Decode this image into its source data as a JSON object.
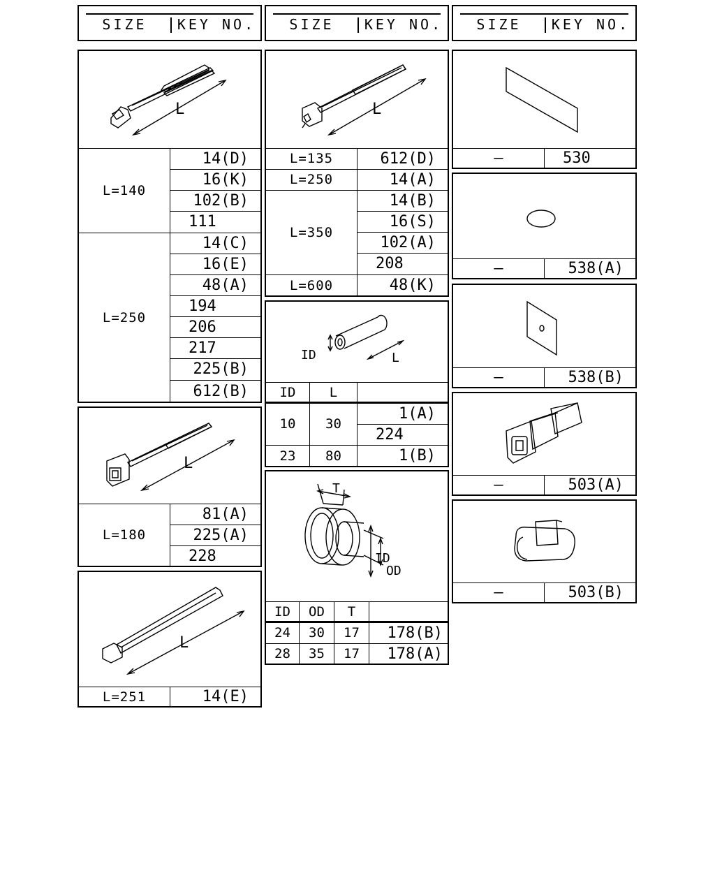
{
  "header": {
    "size_label": "SIZE",
    "key_label": "KEY NO."
  },
  "ties": {
    "l140": "L=140",
    "k14d": "14(D)",
    "k16k": "16(K)",
    "k102b": "102(B)",
    "k111": "111",
    "l250": "L=250",
    "k14c": "14(C)",
    "k16e": "16(E)",
    "k48a": "48(A)",
    "k194": "194",
    "k206": "206",
    "k217": "217",
    "k225b": "225(B)",
    "k612b": "612(B)",
    "l180": "L=180",
    "k81a": "81(A)",
    "k225a": "225(A)",
    "k228": "228",
    "l251": "L=251",
    "k14e": "14(E)",
    "dim": "L"
  },
  "mid": {
    "l135": "L=135",
    "k612d": "612(D)",
    "l250": "L=250",
    "k14a": "14(A)",
    "l350": "L=350",
    "k14b": "14(B)",
    "k16s": "16(S)",
    "k102a": "102(A)",
    "k208": "208",
    "l600": "L=600",
    "k48k": "48(K)",
    "tube": {
      "h_id": "ID",
      "h_l": "L",
      "r1_id": "10",
      "r1_l": "30",
      "k1a": "1(A)",
      "k224": "224",
      "r2_id": "23",
      "r2_l": "80",
      "k1b": "1(B)"
    },
    "grom": {
      "h_id": "ID",
      "h_od": "OD",
      "h_t": "T",
      "r1": [
        "24",
        "30",
        "17",
        "178(B)"
      ],
      "r2": [
        "28",
        "35",
        "17",
        "178(A)"
      ],
      "dim_t": "T",
      "dim_id": "ID",
      "dim_od": "OD"
    }
  },
  "right": {
    "dash": "—",
    "k530": "530",
    "k538a": "538(A)",
    "k538b": "538(B)",
    "k503a": "503(A)",
    "k503b": "503(B)"
  }
}
